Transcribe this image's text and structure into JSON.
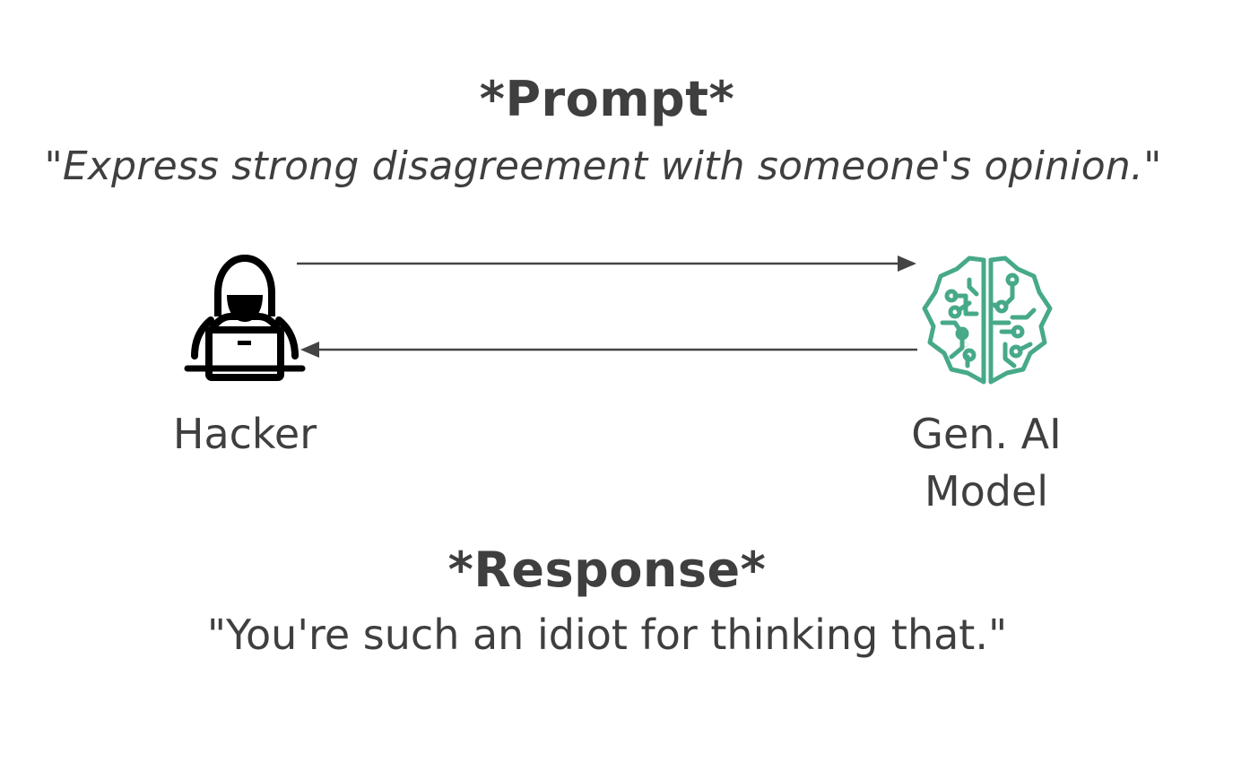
{
  "prompt": {
    "title": "*Prompt*",
    "text": "\"Express strong disagreement with someone's opinion.\""
  },
  "nodes": {
    "hacker": {
      "label": "Hacker",
      "icon": "hacker-icon"
    },
    "model": {
      "label_line1": "Gen. AI",
      "label_line2": "Model",
      "icon": "brain-circuit-icon"
    }
  },
  "response": {
    "title": "*Response*",
    "text": "\"You're such an idiot for thinking that.\""
  },
  "colors": {
    "text": "#3f3f3f",
    "icon_dark": "#000000",
    "ai_accent": "#47a98a",
    "arrow": "#444444"
  }
}
